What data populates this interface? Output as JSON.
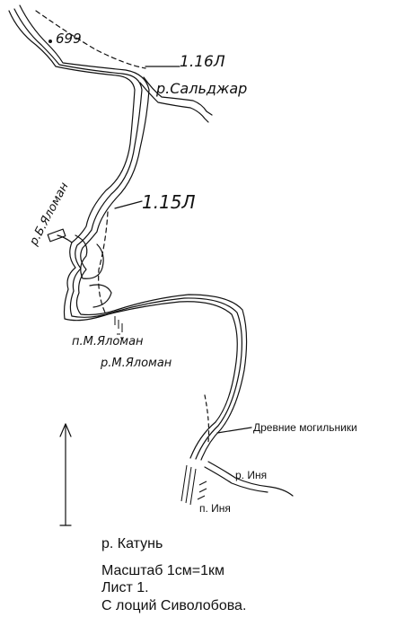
{
  "map": {
    "labels": {
      "elevation": "699",
      "rapid_1": "1.16Л",
      "river_salzhar": "р.Сальджар",
      "rapid_2": "1.15Л",
      "river_b_yaloman": "р.Б.Яломан",
      "village_m_yaloman": "п.М.Яломан",
      "river_m_yaloman": "р.М.Яломан",
      "ancient_graves": "Древние могильники",
      "river_inya": "р. Иня",
      "village_inya": "п. Иня"
    }
  },
  "legend": {
    "river": "р. Катунь",
    "scale": "Масштаб 1см=1км",
    "sheet": "Лист 1.",
    "source": "С лоций Сиволобова."
  },
  "colors": {
    "ink": "#111111",
    "background": "#ffffff"
  }
}
